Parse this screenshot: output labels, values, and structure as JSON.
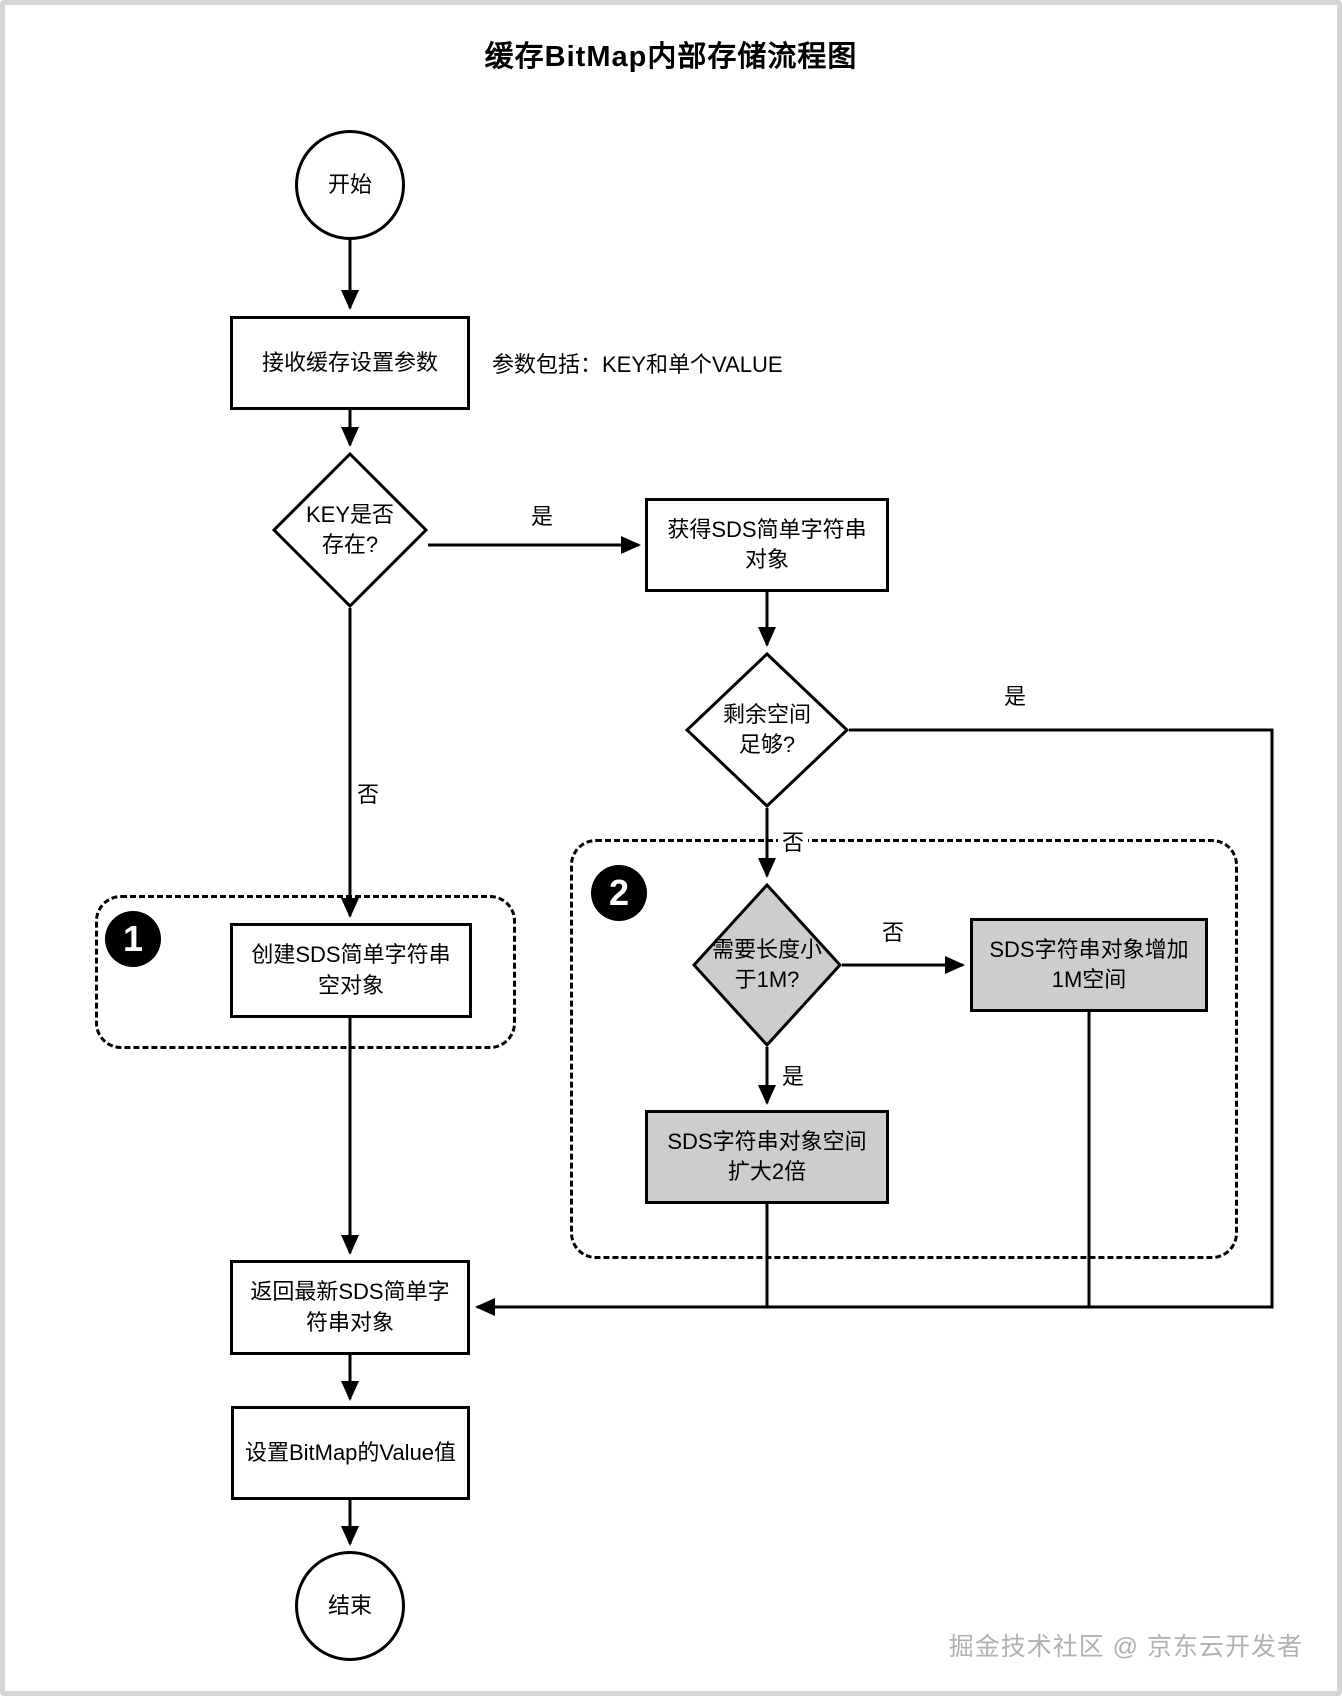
{
  "title": "缓存BitMap内部存储流程图",
  "watermark": "掘金技术社区 @ 京东云开发者",
  "nodes": {
    "start": {
      "label": "开始"
    },
    "receive": {
      "label": "接收缓存设置参数"
    },
    "key_exists": {
      "label": "KEY是否\n存在?"
    },
    "get_sds": {
      "label": "获得SDS简单字符串\n对象"
    },
    "space_enough": {
      "label": "剩余空间\n足够?"
    },
    "create_sds": {
      "label": "创建SDS简单字符串\n空对象"
    },
    "need_length": {
      "label": "需要长度小\n于1M?"
    },
    "add_1m": {
      "label": "SDS字符串对象增加\n1M空间"
    },
    "expand_2x": {
      "label": "SDS字符串对象空间\n扩大2倍"
    },
    "return_sds": {
      "label": "返回最新SDS简单字\n符串对象"
    },
    "set_value": {
      "label": "设置BitMap的Value值"
    },
    "end": {
      "label": "结束"
    }
  },
  "note": {
    "text": "参数包括：KEY和单个VALUE"
  },
  "edge_labels": {
    "key_yes": "是",
    "key_no": "否",
    "space_yes": "是",
    "space_no": "否",
    "need_no": "否",
    "need_yes": "是"
  },
  "regions": {
    "region1": {
      "badge": "1"
    },
    "region2": {
      "badge": "2"
    }
  },
  "colors": {
    "line": "#000000",
    "gray_fill": "#cdcdcd",
    "frame": "#d5d5d5"
  }
}
